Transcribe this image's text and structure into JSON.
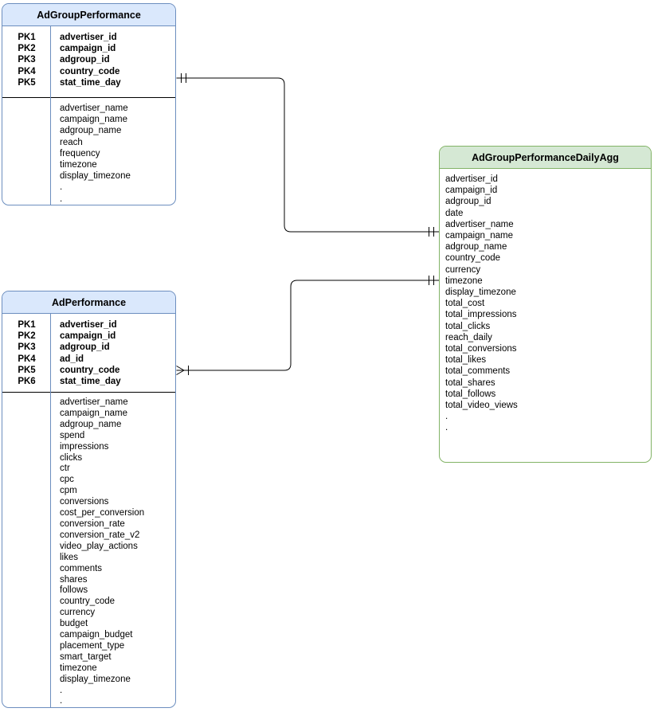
{
  "diagram": {
    "type": "entity-relationship",
    "entities": [
      {
        "title": "AdGroupPerformance",
        "theme": {
          "header_fill": "#dae8fc",
          "border": "#6c8ebf"
        },
        "primary_keys": [
          {
            "key": "PK1",
            "field": "advertiser_id"
          },
          {
            "key": "PK2",
            "field": "campaign_id"
          },
          {
            "key": "PK3",
            "field": "adgroup_id"
          },
          {
            "key": "PK4",
            "field": "country_code"
          },
          {
            "key": "PK5",
            "field": "stat_time_day"
          }
        ],
        "fields": [
          "advertiser_name",
          "campaign_name",
          "adgroup_name",
          "reach",
          "frequency",
          "timezone",
          "display_timezone",
          ".",
          "."
        ]
      },
      {
        "title": "AdPerformance",
        "theme": {
          "header_fill": "#dae8fc",
          "border": "#6c8ebf"
        },
        "primary_keys": [
          {
            "key": "PK1",
            "field": "advertiser_id"
          },
          {
            "key": "PK2",
            "field": "campaign_id"
          },
          {
            "key": "PK3",
            "field": "adgroup_id"
          },
          {
            "key": "PK4",
            "field": "ad_id"
          },
          {
            "key": "PK5",
            "field": "country_code"
          },
          {
            "key": "PK6",
            "field": "stat_time_day"
          }
        ],
        "fields": [
          "advertiser_name",
          "campaign_name",
          "adgroup_name",
          "spend",
          "impressions",
          "clicks",
          "ctr",
          "cpc",
          "cpm",
          "conversions",
          "cost_per_conversion",
          "conversion_rate",
          "conversion_rate_v2",
          "video_play_actions",
          "likes",
          "comments",
          "shares",
          "follows",
          "country_code",
          "currency",
          "budget",
          "campaign_budget",
          "placement_type",
          "smart_target",
          "timezone",
          "display_timezone",
          ".",
          "."
        ]
      },
      {
        "title": "AdGroupPerformanceDailyAgg",
        "theme": {
          "header_fill": "#d5e8d4",
          "border": "#82b366"
        },
        "primary_keys": [],
        "fields": [
          "advertiser_id",
          "campaign_id",
          "adgroup_id",
          "date",
          "advertiser_name",
          "campaign_name",
          "adgroup_name",
          "country_code",
          "currency",
          "timezone",
          "display_timezone",
          "total_cost",
          "total_impressions",
          "total_clicks",
          "reach_daily",
          "total_conversions",
          "total_likes",
          "total_comments",
          "total_shares",
          "total_follows",
          "total_video_views",
          ".",
          "."
        ]
      }
    ],
    "relationships": [
      {
        "from": "AdGroupPerformance",
        "to": "AdGroupPerformanceDailyAgg",
        "from_cardinality": "one-and-only-one",
        "to_cardinality": "one-and-only-one",
        "line_color": "#000000"
      },
      {
        "from": "AdPerformance",
        "to": "AdGroupPerformanceDailyAgg",
        "from_cardinality": "many",
        "to_cardinality": "one-and-only-one",
        "line_color": "#000000"
      }
    ]
  }
}
